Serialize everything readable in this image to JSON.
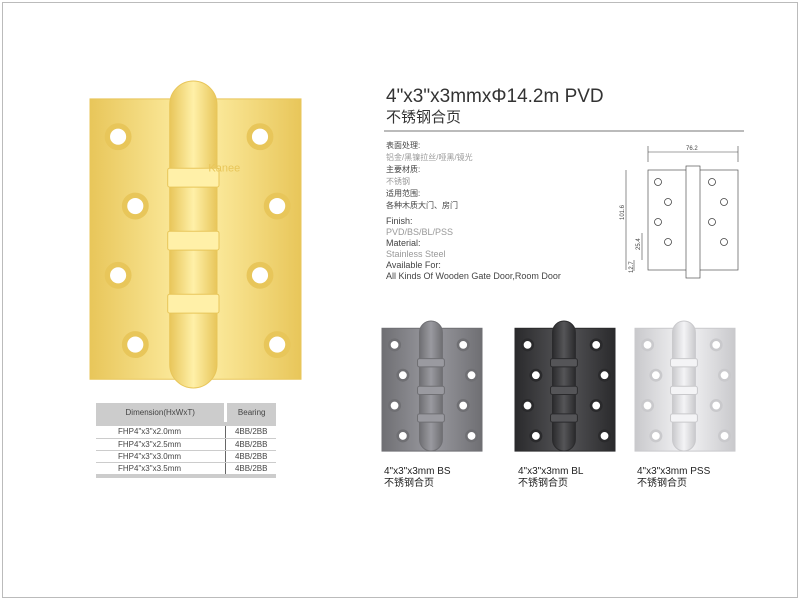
{
  "header": {
    "title": "4\"x3\"x3mmxΦ14.2m  PVD",
    "subtitle": "不锈钢合页"
  },
  "brand": "Kanee",
  "specs": {
    "surface_label": "表面处理:",
    "surface_value": "铝金/黑镍拉丝/哑黑/镜光",
    "material_label_cn": "主要材质:",
    "material_value_cn": "不锈钢",
    "usage_label_cn": "适用范围:",
    "usage_value_cn": "各种木质大门、房门",
    "finish_label": "Finish:",
    "finish_value": "PVD/BS/BL/PSS",
    "material_label": "Material:",
    "material_value": "Stainless Steel",
    "available_label": "Available For:",
    "available_value": "All Kinds Of Wooden Gate Door,Room Door"
  },
  "drawing": {
    "width": "76.2",
    "height": "101.6",
    "dim1": "25.4",
    "dim2": "12.7"
  },
  "table": {
    "headers": [
      "Dimension(HxWxT)",
      "Bearing"
    ],
    "rows": [
      [
        "FHP4\"x3\"x2.0mm",
        "4BB/2BB"
      ],
      [
        "FHP4\"x3\"x2.5mm",
        "4BB/2BB"
      ],
      [
        "FHP4\"x3\"x3.0mm",
        "4BB/2BB"
      ],
      [
        "FHP4\"x3\"x3.5mm",
        "4BB/2BB"
      ]
    ]
  },
  "variants": [
    {
      "label": "4\"x3\"x3mm  BS",
      "sub": "不锈钢合页",
      "color": "#6f6f73",
      "light": "#9a9aa0"
    },
    {
      "label": "4\"x3\"x3mm  BL",
      "sub": "不锈钢合页",
      "color": "#2a2a2c",
      "light": "#555558"
    },
    {
      "label": "4\"x3\"x3mm  PSS",
      "sub": "不锈钢合页",
      "color": "#c9c9cc",
      "light": "#f4f4f6"
    }
  ],
  "main_color": "#e8c65a",
  "main_light": "#fff0a8"
}
